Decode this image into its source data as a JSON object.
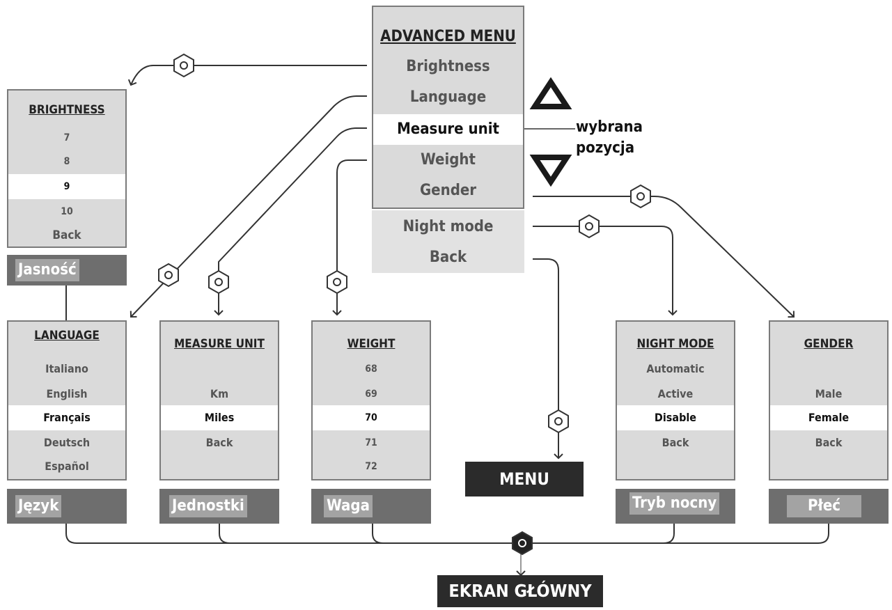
{
  "advanced_menu": {
    "title": "ADVANCED MENU",
    "items": [
      "Brightness",
      "Language",
      "Measure unit",
      "Weight",
      "Gender"
    ],
    "extra_items": [
      "Night mode",
      "Back"
    ],
    "selected": "Measure unit"
  },
  "annotation": {
    "line1": "wybrana",
    "line2": "pozycja"
  },
  "brightness": {
    "title": "BRIGHTNESS",
    "items": [
      "7",
      "8",
      "9",
      "10",
      "Back"
    ],
    "selected": "9",
    "label": "Jasność"
  },
  "language": {
    "title": "LANGUAGE",
    "items": [
      "Italiano",
      "English",
      "Français",
      "Deutsch",
      "Español"
    ],
    "selected": "Français",
    "label": "Język"
  },
  "measure_unit": {
    "title": "MEASURE UNIT",
    "items": [
      "",
      "Km",
      "Miles",
      "Back",
      ""
    ],
    "selected": "Miles",
    "label": "Jednostki"
  },
  "weight": {
    "title": "WEIGHT",
    "items": [
      "68",
      "69",
      "70",
      "71",
      "72"
    ],
    "selected": "70",
    "label": "Waga"
  },
  "menu_box": {
    "label": "MENU"
  },
  "night_mode": {
    "title": "NIGHT MODE",
    "items": [
      "Automatic",
      "Active",
      "Disable",
      "Back",
      ""
    ],
    "selected": "Disable",
    "label": "Tryb nocny"
  },
  "gender": {
    "title": "GENDER",
    "items": [
      "",
      "Male",
      "Female",
      "Back",
      ""
    ],
    "selected": "Female",
    "label": "Płeć"
  },
  "home_screen": {
    "label": "EKRAN GŁÓWNY"
  },
  "colors": {
    "panel": "#dadada",
    "selected": "#ffffff",
    "label_bg": "#6e6e6e",
    "label_chip": "#a3a3a3",
    "dark": "#2b2b2b",
    "wire": "#333333"
  },
  "icons": {
    "button": "hexagon-button-icon",
    "up": "up-triangle-icon",
    "down": "down-triangle-icon"
  }
}
